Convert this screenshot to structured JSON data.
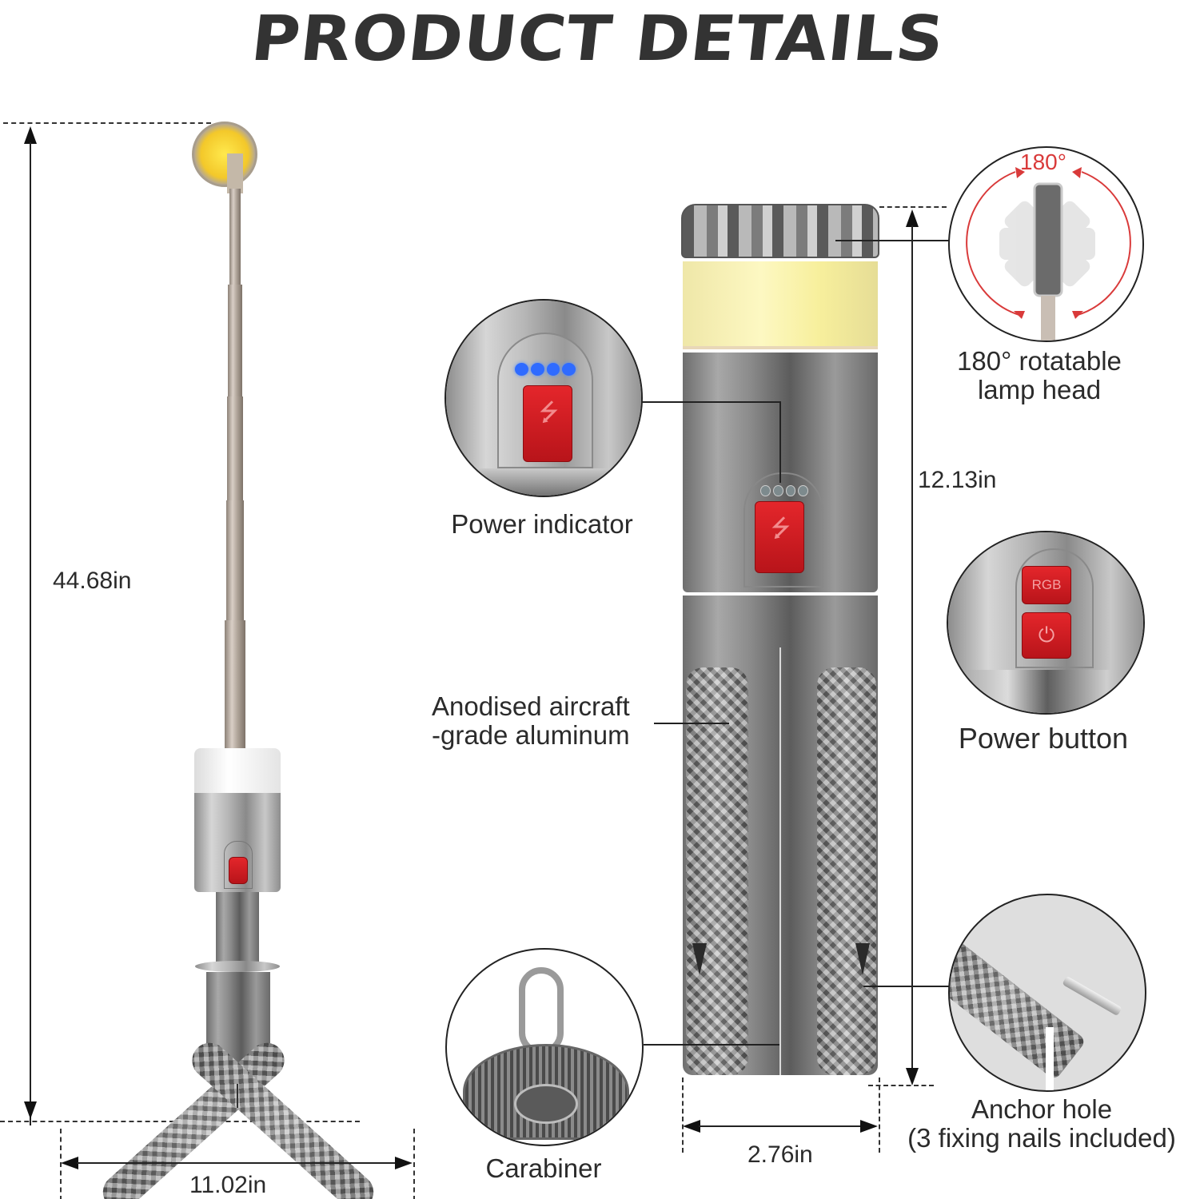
{
  "header": {
    "title": "PRODUCT DETAILS"
  },
  "dimensions": {
    "extended_height": "44.68in",
    "tripod_width": "11.02in",
    "collapsed_height": "12.13in",
    "collapsed_diameter": "2.76in"
  },
  "callouts": {
    "lamp_head": {
      "angle_badge": "180°",
      "label_line1": "180° rotatable",
      "label_line2": "lamp head"
    },
    "power_indicator": {
      "label": "Power indicator",
      "led_count": 4,
      "led_color": "#2f6bff"
    },
    "material": {
      "label_line1": "Anodised aircraft",
      "label_line2": "-grade aluminum"
    },
    "power_button": {
      "label": "Power button",
      "rgb_button_text": "RGB"
    },
    "carabiner": {
      "label": "Carabiner"
    },
    "anchor_hole": {
      "label_line1": "Anchor hole",
      "label_line2": "(3 fixing nails included)"
    }
  },
  "colors": {
    "accent_red": "#d71f26",
    "lamp_glow": "#f7f0a6",
    "text": "#2b2b2b",
    "metal": "#8a8a8a"
  }
}
